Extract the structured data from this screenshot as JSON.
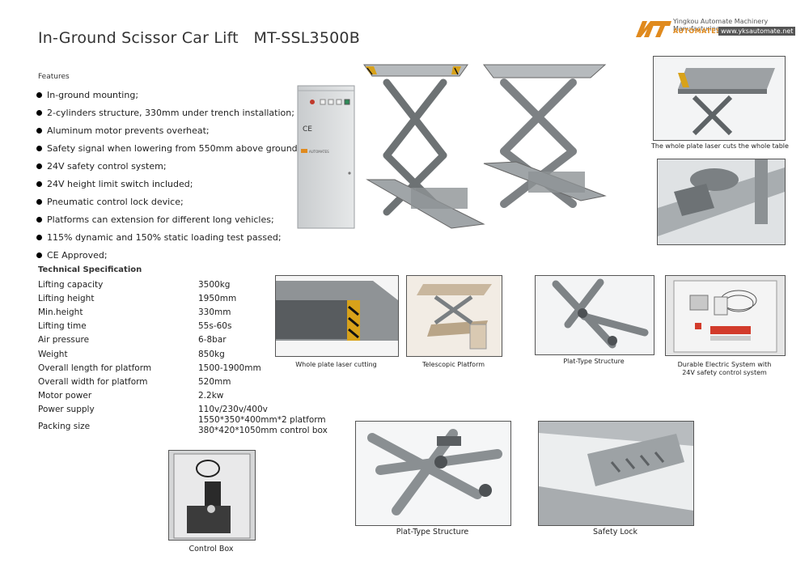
{
  "title": "In-Ground Scissor Car Lift   MT-SSL3500B",
  "brand": {
    "name": "Yingkou Automate Machinery Manufacturing",
    "wordmark": "AUTOMATES",
    "url": "www.yksautomate.net",
    "accent_color": "#e08a1e"
  },
  "features": {
    "heading": "Features",
    "items": [
      "In-ground mounting;",
      "2-cylinders structure, 330mm under trench installation;",
      "Aluminum motor prevents overheat;",
      "Safety signal when lowering from 550mm above ground;",
      "24V safety control system;",
      "24V height limit switch included;",
      "Pneumatic control lock device;",
      "Platforms can extension for different long vehicles;",
      "115% dynamic and 150% static loading test passed;",
      "CE Approved;"
    ]
  },
  "tech_spec": {
    "heading": "Technical Specification",
    "rows": [
      {
        "label": "Lifting capacity",
        "value": "3500kg"
      },
      {
        "label": "Lifting height",
        "value": "1950mm"
      },
      {
        "label": "Min.height",
        "value": "330mm"
      },
      {
        "label": "Lifting time",
        "value": "55s-60s"
      },
      {
        "label": "Air pressure",
        "value": "6-8bar"
      },
      {
        "label": "Weight",
        "value": "850kg"
      },
      {
        "label": "Overall length for platform",
        "value": "1500-1900mm"
      },
      {
        "label": "Overall width for platform",
        "value": "520mm"
      },
      {
        "label": "Motor power",
        "value": "2.2kw"
      },
      {
        "label": "Power supply",
        "value": "110v/230v/400v"
      }
    ],
    "packing": {
      "label": "Packing size",
      "value_line1": "1550*350*400mm*2  platform",
      "value_line2": "380*420*1050mm  control box"
    }
  },
  "control_box": {
    "ce_mark": "CE",
    "brand_text": "AUTOMATES"
  },
  "captions": {
    "laser_whole_table": "The whole plate laser cuts the whole table",
    "laser_cutting": "Whole plate laser cutting",
    "telescopic": "Telescopic Platform",
    "plat_type_small": "Plat-Type Structure",
    "electric_line1": "Durable Electric System with",
    "electric_line2": "24V safety control system",
    "plat_type_large": "Plat-Type Structure",
    "safety_lock": "Safety Lock",
    "control_box": "Control Box"
  }
}
